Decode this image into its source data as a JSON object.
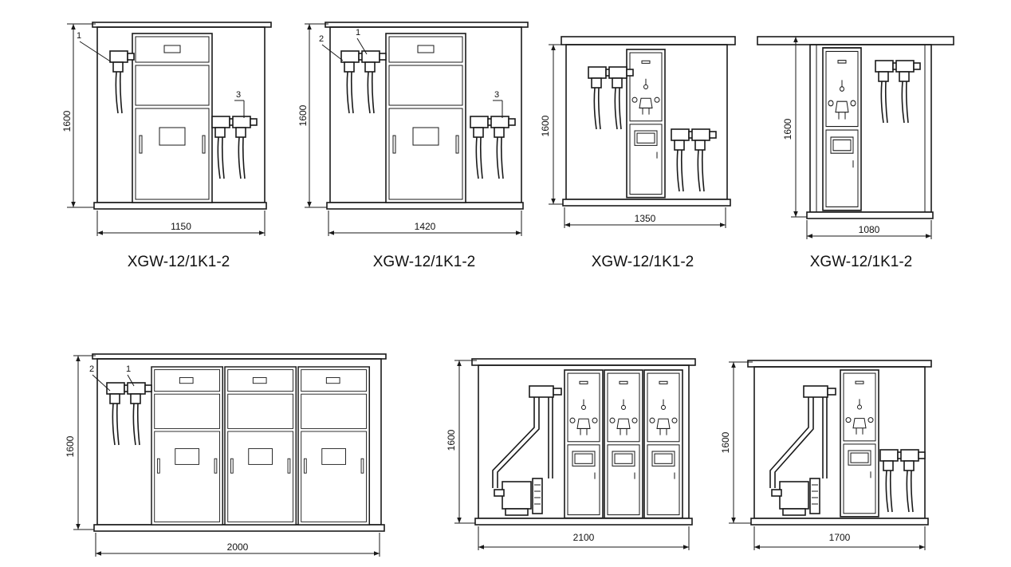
{
  "drawings": [
    {
      "height": "1600",
      "width": "1150",
      "caption": "XGW-12/1K1-2",
      "callouts": [
        "1",
        "3"
      ]
    },
    {
      "height": "1600",
      "width": "1420",
      "caption": "XGW-12/1K1-2",
      "callouts": [
        "2",
        "1",
        "3"
      ]
    },
    {
      "height": "1600",
      "width": "1350",
      "caption": "XGW-12/1K1-2"
    },
    {
      "height": "1600",
      "width": "1080",
      "caption": "XGW-12/1K1-2"
    },
    {
      "height": "1600",
      "width": "2000",
      "callouts": [
        "2",
        "1"
      ]
    },
    {
      "height": "1600",
      "width": "2100"
    },
    {
      "height": "1600",
      "width": "1700"
    }
  ]
}
